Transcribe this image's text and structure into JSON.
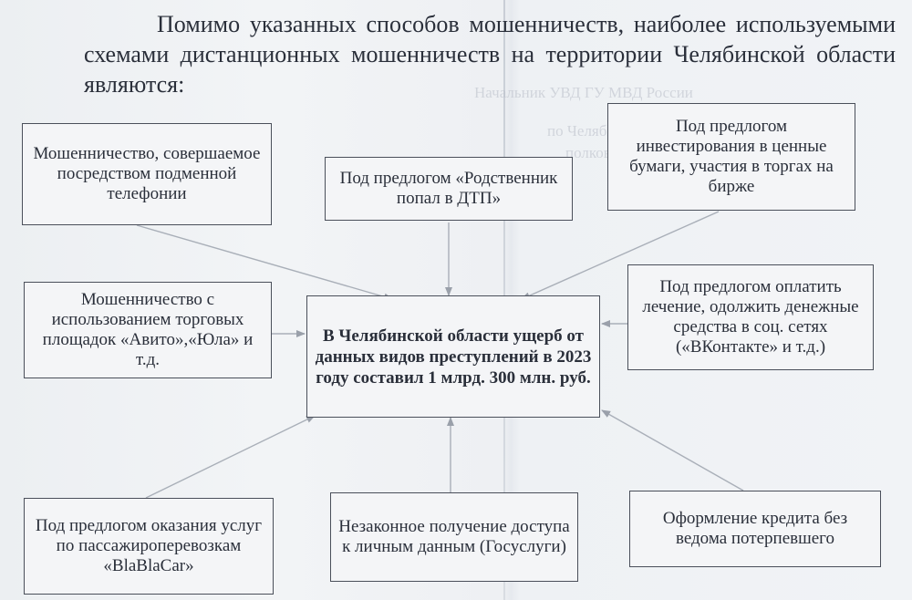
{
  "intro": {
    "text": "Помимо указанных способов мошенничеств, наиболее используемыми схемами дистанционных мошенничеств на территории Челябинской области являются:"
  },
  "center": {
    "text": "В Челябинской области ущерб от данных видов преступлений в 2023 году составил 1 млрд. 300 млн. руб."
  },
  "boxes": {
    "top_left": "Мошенничество, совершаемое посредством подменной телефонии",
    "top_center": "Под предлогом «Родственник попал в ДТП»",
    "top_right": "Под предлогом инвестирования в ценные бумаги, участия в торгах на бирже",
    "mid_left": "Мошенничество с использованием торговых площадок «Авито»,«Юла» и т.д.",
    "mid_right": "Под предлогом оплатить лечение, одолжить денежные средства в соц. сетях («ВКонтакте» и т.д.)",
    "bottom_left": "Под предлогом оказания услуг по пассажироперевозкам «BlaBlaCar»",
    "bottom_center": "Незаконное получение доступа к личным данным (Госуслуги)",
    "bottom_right": "Оформление кредита без ведома потерпевшего"
  },
  "bleed_through": {
    "line1": "Начальник УВД ГУ МВД России",
    "line2": "по Челябинской области",
    "line3": "полковник полиции"
  }
}
